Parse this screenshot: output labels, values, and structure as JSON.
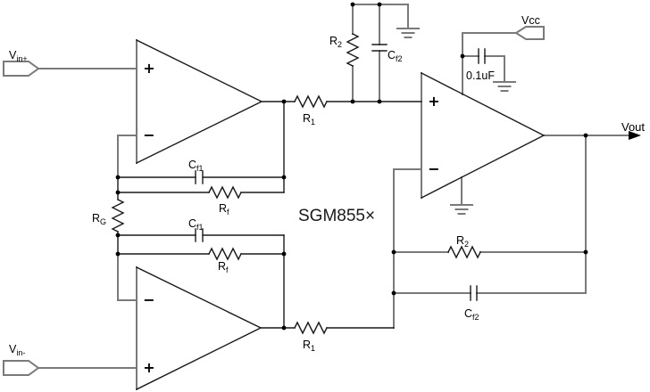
{
  "part_number": "SGM855×",
  "colors": {
    "wire_gray": "#7a7a7a",
    "component_black": "#1a1a1a",
    "background": "#ffffff",
    "text": "#000000"
  },
  "ports": {
    "vin_plus": {
      "base": "V",
      "sub": "in+"
    },
    "vin_minus": {
      "base": "V",
      "sub": "in-"
    },
    "vcc_label": "Vcc",
    "vout_label": "Vout"
  },
  "opamp": {
    "plus_label": "+",
    "minus_label": "−"
  },
  "components": {
    "r1": {
      "base": "R",
      "sub": "1"
    },
    "r2": {
      "base": "R",
      "sub": "2"
    },
    "rf": {
      "base": "R",
      "sub": "f"
    },
    "rg": {
      "base": "R",
      "sub": "G"
    },
    "cf1": {
      "base": "C",
      "sub": "f1"
    },
    "cf2": {
      "base": "C",
      "sub": "f2"
    },
    "bypass_cap_value": "0.1uF"
  }
}
